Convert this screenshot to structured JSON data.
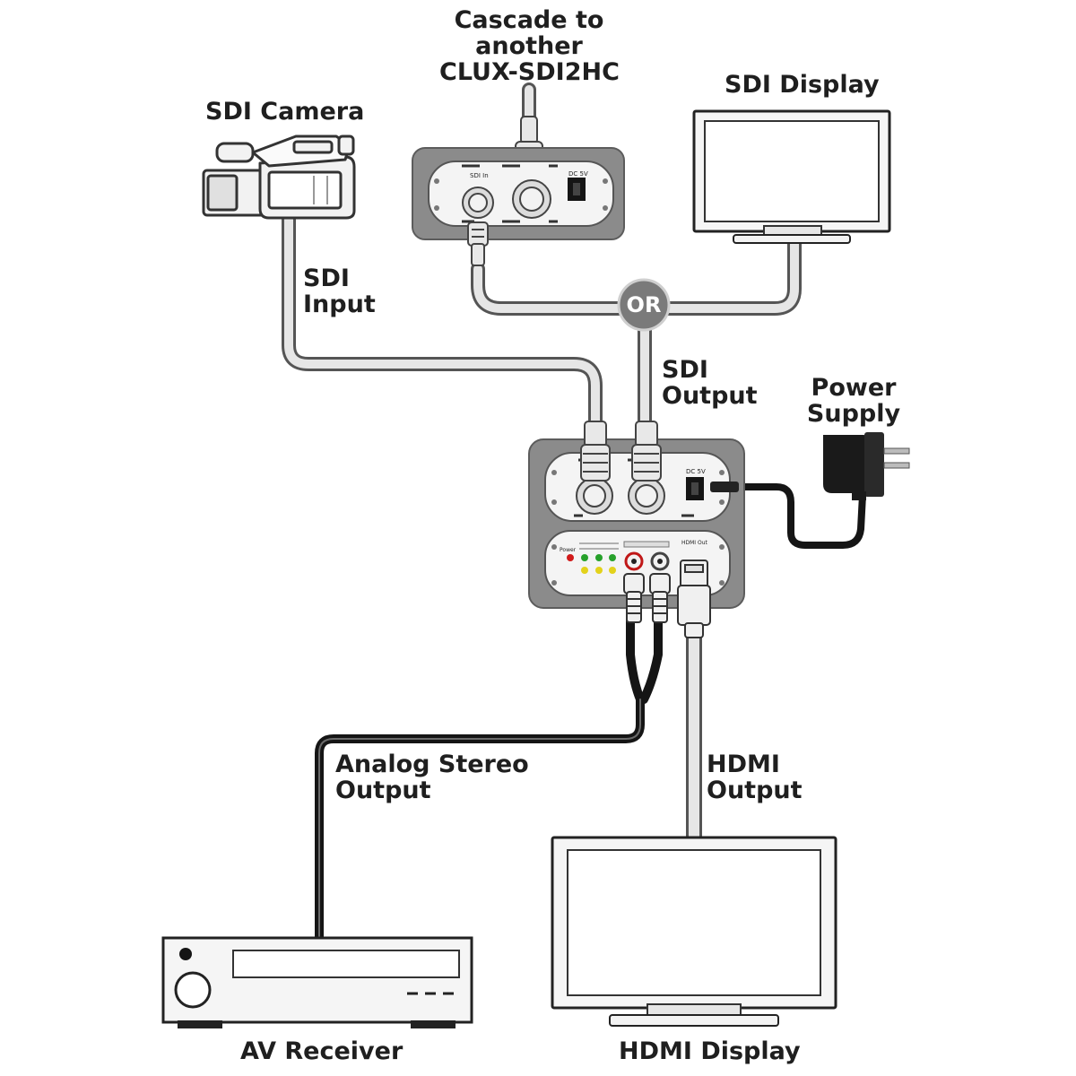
{
  "labels": {
    "cascade": [
      "Cascade to",
      "another",
      "CLUX-SDI2HC"
    ],
    "sdi_camera": "SDI Camera",
    "sdi_display": "SDI Display",
    "sdi_input": [
      "SDI",
      "Input"
    ],
    "or": "OR",
    "sdi_output": [
      "SDI",
      "Output"
    ],
    "power_supply": [
      "Power",
      "Supply"
    ],
    "analog_stereo_output": [
      "Analog Stereo",
      "Output"
    ],
    "hdmi_output": [
      "HDMI",
      "Output"
    ],
    "av_receiver": "AV Receiver",
    "hdmi_display": "HDMI Display"
  },
  "panel_text": {
    "sdi_in": "SDI In",
    "dc_5v": "DC 5V",
    "power": "Power",
    "hdmi_out": "HDMI Out"
  }
}
